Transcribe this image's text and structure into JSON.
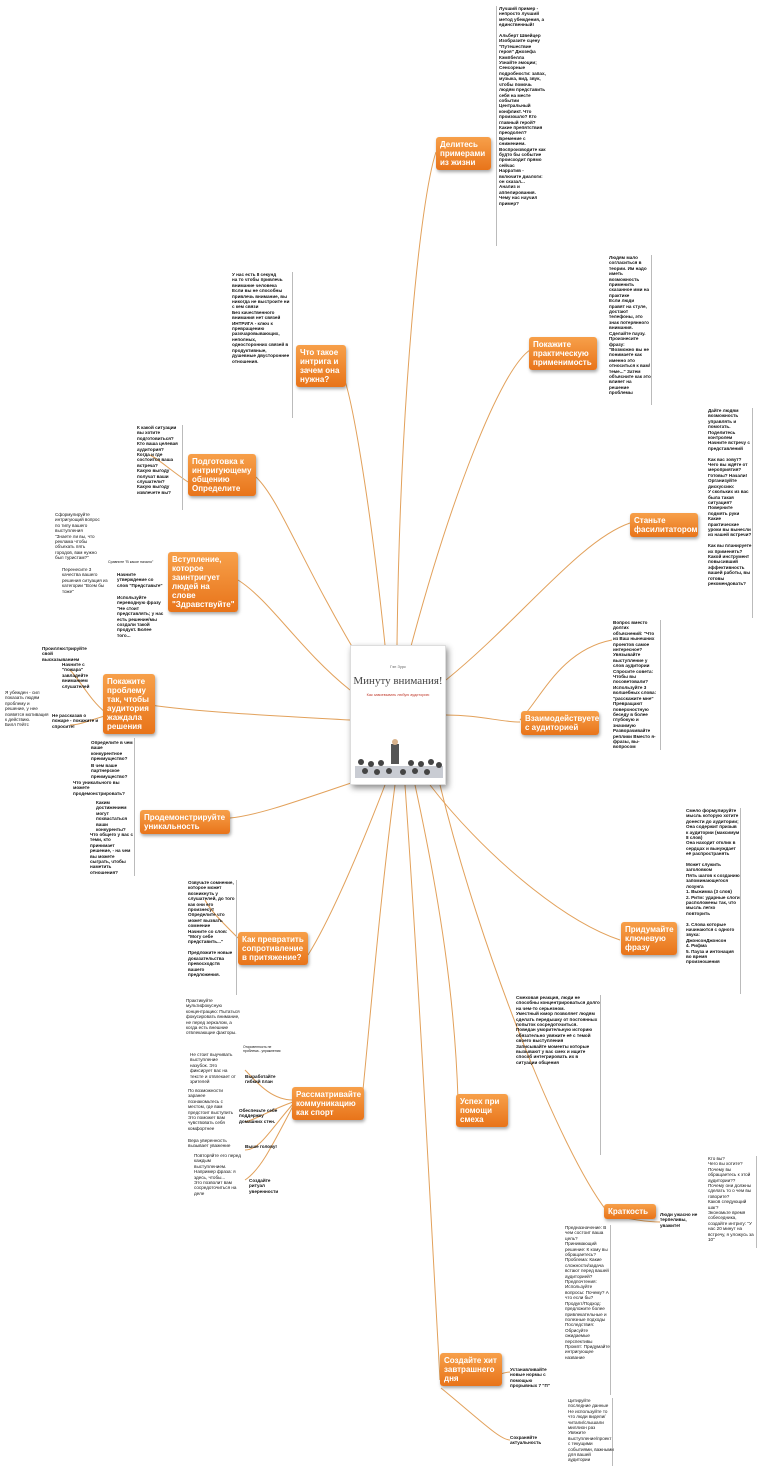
{
  "center": {
    "author": "Гэн Зурс",
    "title": "Минуту внимания!",
    "subtitle": "Как завоевывать любую аудиторию"
  },
  "branches": {
    "examples": {
      "label": "Делитесь примерами из жизни",
      "note": "Лучший пример - непросто лучший метод убеждения, а единственный!\n\nАльберт Швейцер\nИзобразите сцену \"Путешествие героя\" Джозефа Кэмпбелла\nУзнайте эмоции;\nСенсорные подробности: запах, музыка, вид, звук, чтобы помочь людям представить себя на месте событии\nЦентральный конфликт. Что произошло? Кто главный герой? Какие препятствия преодолел? Бремение с снижением.\nВоспроизводите как будто бы событие происходит прямо сейчас\nНарратив - включите диалоги: он сказал...\nАнализ и аппелирования. Чему нас научил пример?"
    },
    "intrigue": {
      "label": "Что такое интрига и зачем она нужна?",
      "note": "У нас есть 8 секунд\nна то чтобы привлечь внимание человека\nЕсли вы не способны привлечь внимание, вы никогда не выстроите ни с кем связи\nБез качественного внимания нет связей\nИНТРИГА - ключ к превращению разочаровывающих, неполных, односторонних связей в продуктивные, душевные двустороннее отношения."
    },
    "practical": {
      "label": "Покажите практическую применимость",
      "note": "Людям мало согласиться в теории. Им надо иметь возможность применить сказанное ими на практике\nЕсли люди правят на стуле, достают телефоны, это знак потерянного внимания. Сделайте паузу. Произнесите фразу: \"Возможно вы не понимаете как именно это относиться к вам/теме...\" Затем объясните как это влияет на решение проблемы"
    },
    "prepare": {
      "label": "Подготовка к интригующему общению Определите",
      "note": "К какой ситуации вы хотите подготовиться?\nКто ваша целевая аудитория?\nКогда и где состоится ваша встреча?\nКакую выгоду получат ваши слушатели?\nКакую выгоду извлечете вы?"
    },
    "facilitator": {
      "label": "Станьте фасилитатором",
      "note": "Дайте людям возможность управлять и помогать.\nПоделитесь контролем\nНачните встречу с представлений\n\nКак вас зовут? Чего вы ждёте от мероприятия? Готовы? Начали!\nОрганизуйте дискуссию:\nУ скольких из вас была такая ситуация? Поверните подмять руки\nКакие практические уроки вы вынесли из нашей встречи?\n\nКак вы планируете их применять? Какой инструмент повысивший эффективность вашей работы, вы готовы рекомендовать?"
    },
    "intro": {
      "label": "Вступление, которое заинтригует людей на слове \"Здравствуйте\"",
      "note_left": "Сформулируйте интригующий вопрос\nпо типу вашего выступления\n\"Знаете ли вы, что реклама чтобы объехать пять городов, вам нужно был туристам?\"",
      "note_small": "Сравните \"В какое начало\"",
      "note_left2": "Перенесите 3 качества вашего решения ситуация из категории \"Всем бы тоже\"",
      "items": [
        "Начните утверждение со слов \"Представьте\"",
        "Используйте переводную фразу \"Не стоит представлять; у нас есть решение/мы создали такой продукт. Более того..."
      ]
    },
    "interact": {
      "label": "Взаимодействуете с аудиторией",
      "note": "Вопрос вместо долгих объяснений: \"Что из Ваш нынешних проектов самое интересное?\nУвязывайте выступление у слов аудитории\nСпросите совета: Чтобы вы посоветовали?\nИспользуйте 3 волшебных слова: \"расскажите мне\"\nПревращают поверхностную беседу в более глубокую и значимую\nРазворачивайте реплики Вместо я-фразы, вы-вопросом"
    },
    "problem": {
      "label": "Покажите проблему так, чтобы аудитория жаждала решения",
      "note_top": "Проиллюстрируйте свой высказыванием",
      "items": [
        "Начните с \"пожара\" завладейте вниманием слушателей",
        "Не рассказав о пожаре - покажите и спросите!"
      ],
      "note_left": "Я убежден - сил показать людям проблему и решение, у нее появятся мотивация к действию.\nБилл Гейтс"
    },
    "unique": {
      "label": "Продемонстрируйте уникальность",
      "items": [
        "Определите в чем ваше конкурентное преимущество?",
        "В чем ваше партнерское преимущество?",
        "Что уникального вы можете продемонстрировать?",
        "Каким достижением могут похвастаться ваши конкуренты?",
        "Что общего у вас с теми, кто принимает решение, - на чем вы можете сыграть, чтобы наметить отношения?"
      ]
    },
    "keyphrase": {
      "label": "Придумайте ключевую фразу",
      "note": "Смело формулируйте мысль которую хотите донести до аудитории; Она содержит призыв к аудитории (максимум 8 слов)\nОна находит отклик в сердцах и вынуждает её распространять\n\nМожет служить заголовком\nПять шагов к созданию запоминающегося лозунга\n1. Выжимка (3 слов)\n2. Ритм: ударные слоги расположены так, что мысль легко повторить\n\n3. Слова которые начинаются с одного звука: ДжонсонДжонсон\n4. Рифма\n5. Пауза и интонация во время произношения"
    },
    "resistance": {
      "label": "Как превратить сопротивление в притяжение?",
      "note": "Озвучьте сомнение, которое может возникнуть у слушателей, до того как они его произнесут\nОпределите что может вызвать сомнение\nНачните со слов: \"Могу себе представить...\"\n\nПредложите новые доказательства превосходств вашего предложения."
    },
    "sport": {
      "label": "Рассматривайте коммуникацию как спорт",
      "note_top": "Практикуйте мультифокусную концентрацию: Пытаться фокусировать внимание, не перед зеркалом, а когда есть внешние отвлекающие факторы.",
      "note_small": "Откровенность не проблема - упражнения",
      "items": [
        {
          "text": "Выработайте гибкий план",
          "desc": "Не стоит выучивать выступление назубок. Это фиксирует вас на тексте и отвлекает от зрителей"
        },
        {
          "text": "Обеспечьте себе поддержку домашних стен.",
          "desc": "По возможности заранее познакомьтесь с местом, где вам предстоит выступить\nЭто поможет вам чувствовать себя комфортнее"
        },
        {
          "text": "Выше голову!",
          "desc": "Вера уверенность вызывает уважение"
        },
        {
          "text": "Создайте ритуал уверенности",
          "desc": "Повторяйте его перед каждым выступлением. Например фраза: я здесь, чтобы...\nЭто позволит вам сосредоточиться на деле"
        }
      ]
    },
    "humor": {
      "label": "Успех при помощи смеха",
      "note": "Смеховая реакция, люди не способны концентрироваться долго на чем-то серьезном.\nУместный юмор позволяет людям сделать передышку от постоянных попыток сосредоточиться.\nПоведан уморительную историю обязательно увяжите её с темой своего выступления\nЗаписывайте моменты которые вызывают у вас смех и ищите способ интегрировать их в ситуации общения"
    },
    "brevity": {
      "label": "Краткость",
      "item": "Люди ужасно не терпеливы, уважите!",
      "note": "Кто вы?\nЧего вы хотите?\nПочему вы обращаетесь к этой аудитории??\nПочему они должны сделать то о чем вы говорите?\nКаков следующий шаг?\nЭкономьте время собеседника, создайте интригу: \"У нас 20 минут на встречу, я уложусь за 10\""
    },
    "tomorrow": {
      "label": "Создайте хит завтрашнего дня",
      "note_top": "Предназначение: В чем состоит ваша цель?\nПринимающий решение: К кому вы обращаетесь?\nПроблема: Какие сложности/задача встают перед вашей аудиторией?\nПредпочтения: Используйте вопросы: Почему? А что если бы?\nПродукт/Подход: предложите более привлекательные и полезные подходы\nПоследствия: Обрисуйте ожидаемые перспективы\nПромпт: Придумайте интригующее название",
      "items": [
        {
          "text": "Устанавливайте новые нормы с помощью прорывных 7 \"П\"",
          "desc": ""
        },
        {
          "text": "Сохраняйте актуальность",
          "desc": "Цитируйте последние данные\nНе используйте то что люди видели/читали/слышали миллион раз\nУвяжите выступление/проект с текущими событиями, важными для вашей аудитории"
        }
      ]
    }
  },
  "colors": {
    "node_top": "#f7a04a",
    "node_bottom": "#e8741a",
    "link": "#e2a15b"
  }
}
